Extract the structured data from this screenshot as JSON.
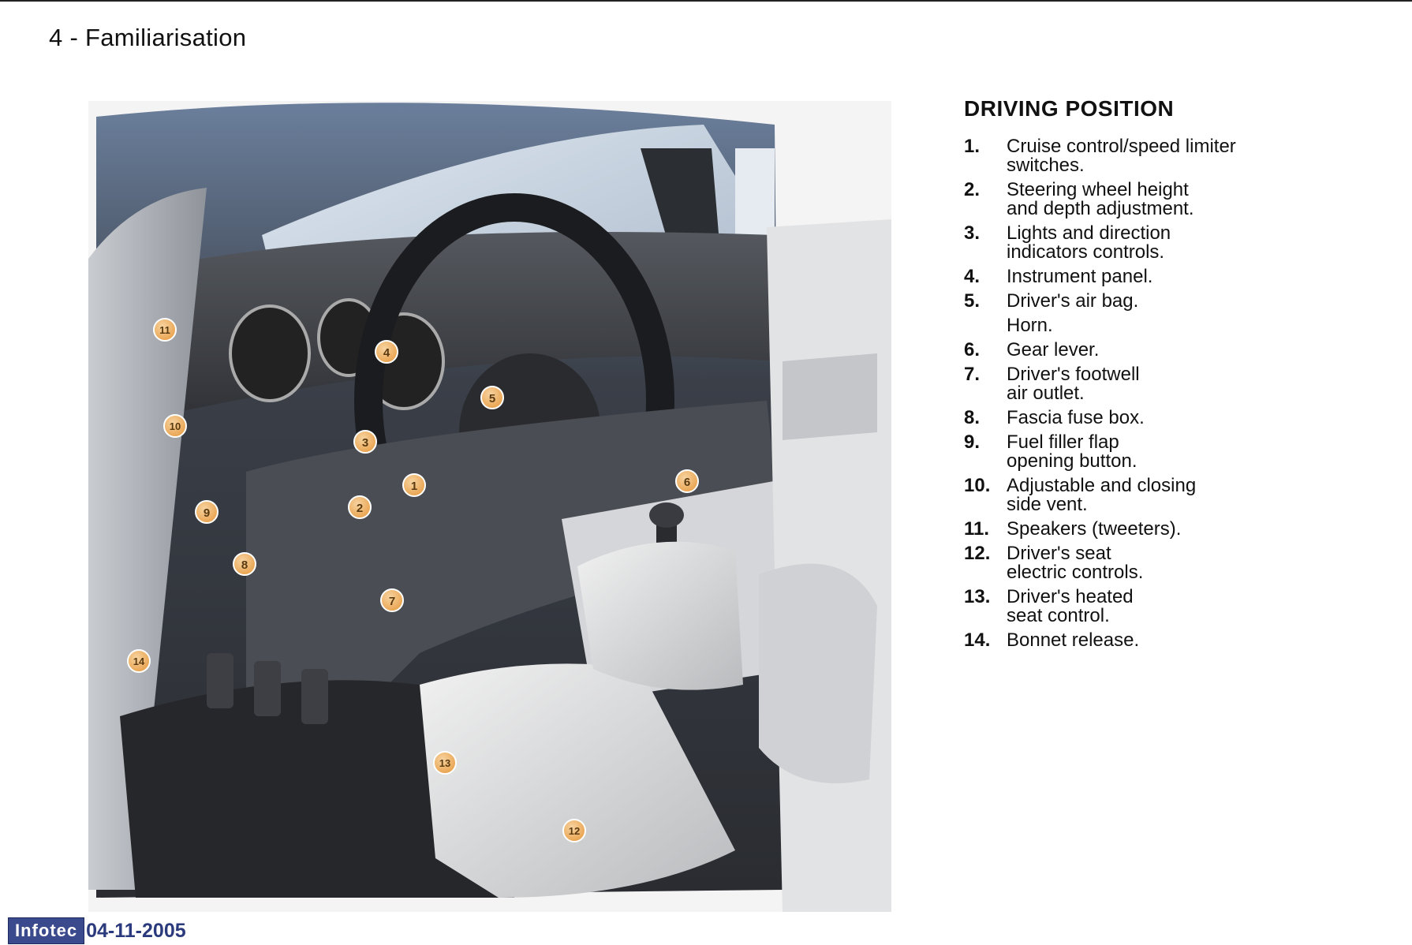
{
  "header": {
    "title": "4 - Familiarisation"
  },
  "section": {
    "title": "DRIVING POSITION",
    "items": [
      {
        "num": "1.",
        "lines": [
          "Cruise control/speed limiter",
          "switches."
        ]
      },
      {
        "num": "2.",
        "lines": [
          "Steering wheel height",
          "and depth adjustment."
        ]
      },
      {
        "num": "3.",
        "lines": [
          "Lights and direction",
          "indicators controls."
        ]
      },
      {
        "num": "4.",
        "lines": [
          "Instrument panel."
        ]
      },
      {
        "num": "5.",
        "lines": [
          "Driver's air bag."
        ]
      },
      {
        "num": "",
        "lines": [
          "Horn."
        ]
      },
      {
        "num": "6.",
        "lines": [
          "Gear lever."
        ]
      },
      {
        "num": "7.",
        "lines": [
          "Driver's footwell",
          "air outlet."
        ]
      },
      {
        "num": "8.",
        "lines": [
          "Fascia fuse box."
        ]
      },
      {
        "num": "9.",
        "lines": [
          "Fuel filler flap",
          "opening button."
        ]
      },
      {
        "num": "10.",
        "lines": [
          "Adjustable and closing",
          "side vent."
        ]
      },
      {
        "num": "11.",
        "lines": [
          "Speakers (tweeters)."
        ]
      },
      {
        "num": "12.",
        "lines": [
          "Driver's seat",
          "electric controls."
        ]
      },
      {
        "num": "13.",
        "lines": [
          "Driver's heated",
          "seat control."
        ]
      },
      {
        "num": "14.",
        "lines": [
          "Bonnet release."
        ]
      }
    ]
  },
  "illustration": {
    "markers": [
      "1",
      "2",
      "3",
      "4",
      "5",
      "6",
      "7",
      "8",
      "9",
      "10",
      "11",
      "12",
      "13",
      "14"
    ]
  },
  "footer": {
    "logo": "Infotec",
    "date": "04-11-2005"
  },
  "colors": {
    "marker_fill": "#e8a04a",
    "logo_bg": "#3b4a8c",
    "date_text": "#2b3a7c"
  }
}
